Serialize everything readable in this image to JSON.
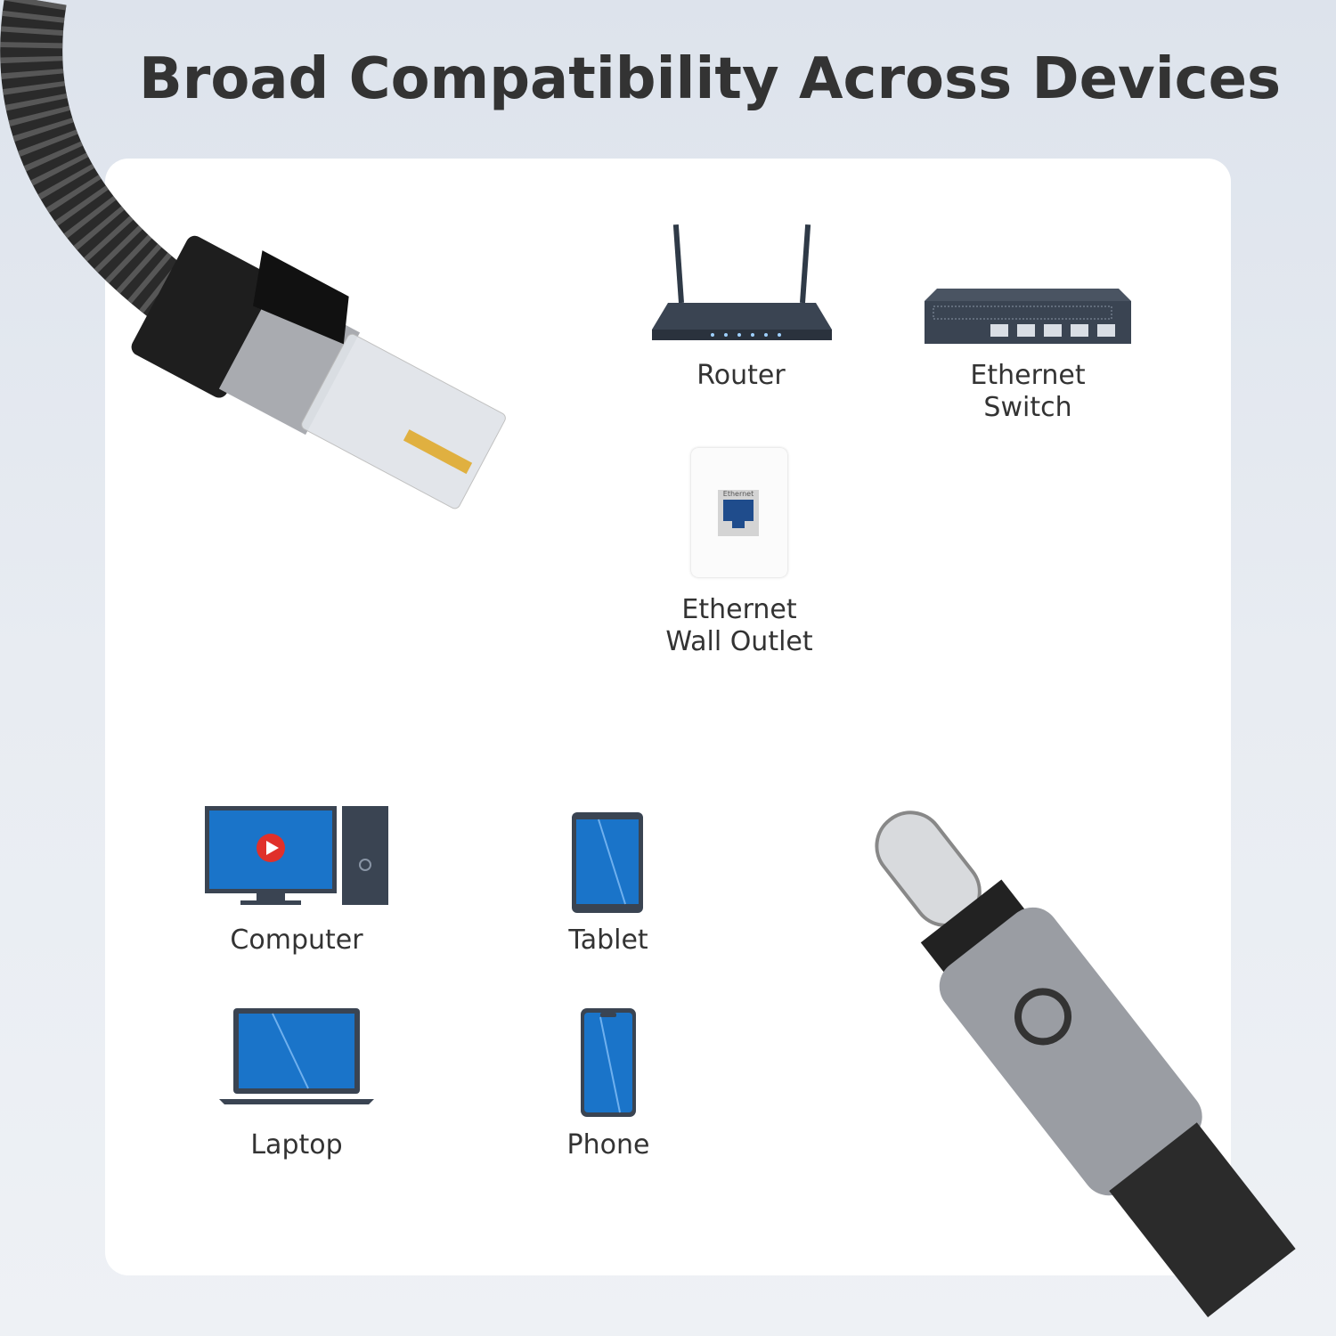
{
  "title": "Broad Compatibility Across Devices",
  "devices": {
    "router": "Router",
    "switch": [
      "Ethernet",
      "Switch"
    ],
    "wall_outlet": [
      "Ethernet",
      "Wall Outlet"
    ],
    "wall_outlet_port_text": "Ethernet",
    "computer": "Computer",
    "tablet": "Tablet",
    "laptop": "Laptop",
    "phone": "Phone"
  },
  "colors": {
    "screen_blue": "#1a74c9",
    "device_dark": "#3a4452",
    "play_red": "#e0302a"
  }
}
